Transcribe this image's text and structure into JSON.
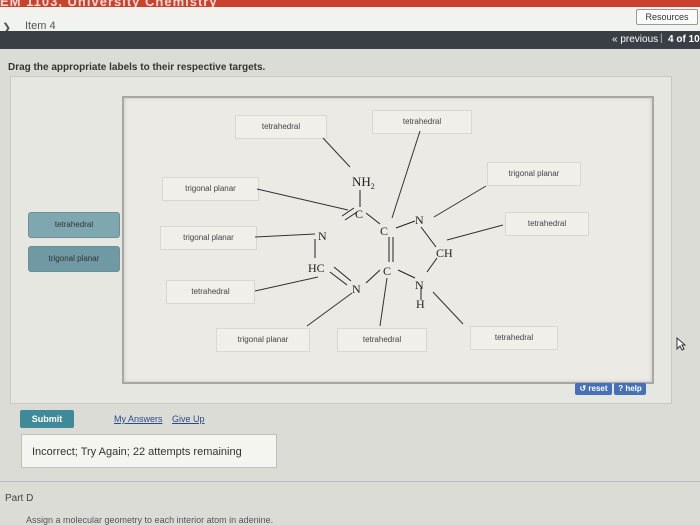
{
  "header": {
    "top_strip_text": "EM 1103, University Chemistry",
    "item_title": "Item 4",
    "resources_label": "Resources",
    "previous_label": "« previous",
    "separator": "|",
    "page_counter": "4 of 10"
  },
  "instruction": "Drag the appropriate labels to their respective targets.",
  "bank": {
    "chip1": "tetrahedral",
    "chip2": "trigonal planar"
  },
  "targets": {
    "t1": "tetrahedral",
    "t2": "tetrahedral",
    "t3": "trigonal planar",
    "t4": "trigonal planar",
    "t5": "tetrahedral",
    "t6": "trigonal planar",
    "t7": "tetrahedral",
    "t8": "trigonal planar",
    "t9": "tetrahedral",
    "t10": "tetrahedral"
  },
  "molecule": {
    "nh2_label": "NH",
    "nh2_sub": "2",
    "c_label": "C",
    "n_label": "N",
    "ch_label": "CH",
    "hc_label": "HC",
    "h_label": "H"
  },
  "controls": {
    "reset_label": "↺ reset",
    "help_label": "? help",
    "submit_label": "Submit",
    "my_answers": "My Answers",
    "give_up": "Give Up"
  },
  "feedback": "Incorrect; Try Again; 22 attempts remaining",
  "part": {
    "title": "Part D",
    "prompt": "Assign a molecular geometry to each interior atom in adenine."
  },
  "colors": {
    "accent_strip": "#c9422e",
    "nav_bar": "#3a3f45",
    "chip_teal": "#7ea7af",
    "button_blue": "#4670b8",
    "submit_teal": "#3f8a98"
  }
}
